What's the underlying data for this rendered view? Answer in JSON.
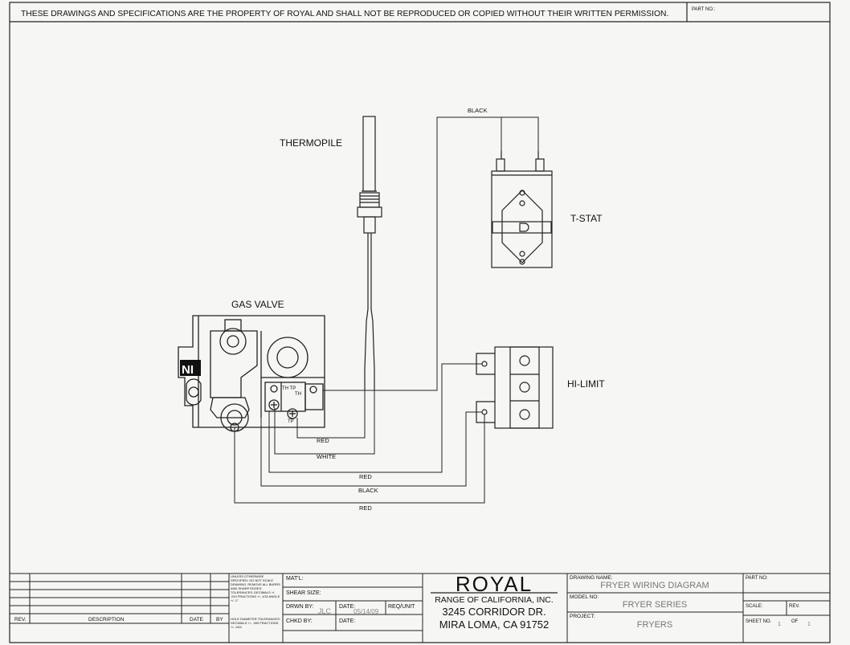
{
  "header": {
    "notice": "THESE DRAWINGS AND SPECIFICATIONS ARE THE PROPERTY OF ROYAL AND SHALL NOT BE REPRODUCED OR COPIED WITHOUT THEIR WRITTEN PERMISSION.",
    "part_no_label": "PART NO.:"
  },
  "components": {
    "thermopile": "THERMOPILE",
    "tstat": "T-STAT",
    "gas_valve": "GAS VALVE",
    "hi_limit": "HI-LIMIT",
    "valve_badge": "NI",
    "term_th": "TH",
    "term_tp": "TP",
    "term_th_tp": "TH TP"
  },
  "wires": {
    "black_top": "BLACK",
    "red_1": "RED",
    "white": "WHITE",
    "red_2": "RED",
    "black_bottom": "BLACK",
    "red_3": "RED"
  },
  "title_block": {
    "rev_label": "REV.",
    "description_label": "DESCRIPTION",
    "date_label": "DATE",
    "by_label": "BY",
    "tolerance_notes": "UNLESS OTHERWISE SPECIFIED: DO NOT SCALE DRAWING. REMOVE ALL BURRS AND SHARP EDGES. TOLERANCES: DECIMALS +/- .010 FRACTIONS +/- 1/32 ANGLE +/- 1°",
    "hole_notes": "HOLE DIAMETER TOLERANCES: DECIMALS +/- .005 FRACTIONS +/- 1/64",
    "material_label": "MAT'L:",
    "shear_size_label": "SHEAR SIZE:",
    "drawn_by_label": "DRWN BY:",
    "drawn_by_value": "JLC",
    "date_field_label": "DATE:",
    "date_value": "05/14/09",
    "req_unit_label": "REQ/UNIT",
    "checked_by_label": "CHKD BY:",
    "checked_date_label": "DATE:",
    "company_name": "ROYAL",
    "company_sub": "RANGE OF CALIFORNIA, INC.",
    "address_1": "3245 CORRIDOR DR.",
    "address_2": "MIRA LOMA, CA 91752",
    "drawing_name_label": "DRAWING NAME:",
    "drawing_name_value": "FRYER WIRING DIAGRAM",
    "model_no_label": "MODEL NO:",
    "model_no_value": "FRYER SERIES",
    "project_label": "PROJECT:",
    "project_value": "FRYERS",
    "part_no_label": "PART NO:",
    "scale_label": "SCALE:",
    "rev_short_label": "REV.",
    "sheet_no_label": "SHEET NO.",
    "sheet_no_value": "1",
    "of_label": "OF",
    "of_value": "1"
  }
}
